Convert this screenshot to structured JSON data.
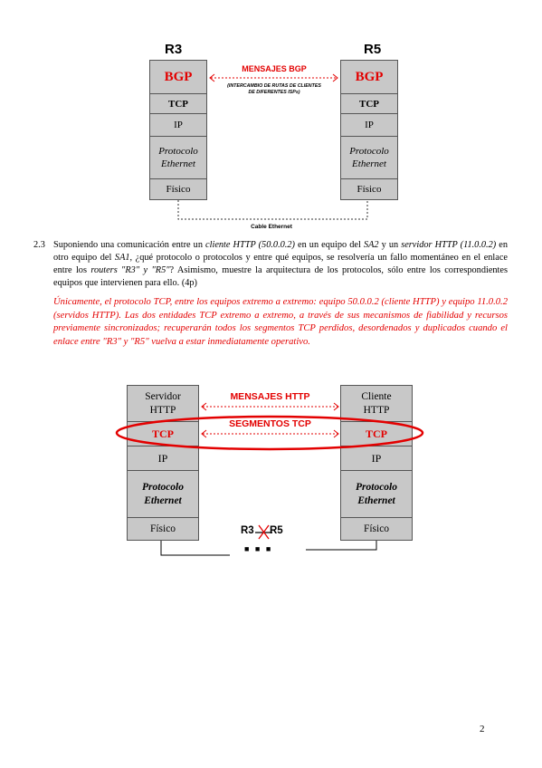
{
  "fig1": {
    "left_label": "R3",
    "right_label": "R5",
    "stack": [
      "BGP",
      "TCP",
      "IP",
      "Protocolo Ethernet",
      "Físico"
    ],
    "msg_title": "MENSAJES BGP",
    "msg_sub": "(INTERCAMBIO DE RUTAS DE CLIENTES DE DIFERENTES ISPs)",
    "cable": "Cable Ethernet"
  },
  "question": {
    "number": "2.3",
    "parts": [
      {
        "t": "Suponiendo una comunicación entre un ",
        "s": "n"
      },
      {
        "t": "cliente HTTP (50.0.0.2)",
        "s": "i"
      },
      {
        "t": " en un equipo del ",
        "s": "n"
      },
      {
        "t": "SA2",
        "s": "i"
      },
      {
        "t": " y un ",
        "s": "n"
      },
      {
        "t": "servidor HTTP (11.0.0.2)",
        "s": "i"
      },
      {
        "t": " en otro equipo del ",
        "s": "n"
      },
      {
        "t": "SA1",
        "s": "i"
      },
      {
        "t": ", ¿qué protocolo o protocolos y entre qué equipos, se resolvería un fallo momentáneo en el enlace entre los ",
        "s": "n"
      },
      {
        "t": "routers \"R3\" y \"R5\"",
        "s": "i"
      },
      {
        "t": "? Asimismo, muestre la arquitectura de los protocolos, sólo entre los correspondientes equipos que intervienen para ello. (4p)",
        "s": "n"
      }
    ],
    "answer": "Únicamente, el protocolo TCP, entre los equipos extremo a extremo: equipo 50.0.0.2 (cliente HTTP) y equipo 11.0.0.2 (servidos HTTP). Las dos entidades TCP extremo a extremo, a través de sus mecanismos de fiabilidad y recursos previamente sincronizados; recuperarán todos los segmentos TCP perdidos, desordenados y duplicados cuando el enlace entre \"R3\" y \"R5\" vuelva a estar inmediatamente operativo."
  },
  "fig2": {
    "left_top": "Servidor HTTP",
    "right_top": "Cliente HTTP",
    "tcp": "TCP",
    "ip": "IP",
    "ethernet": "Protocolo Ethernet",
    "fisico": "Físico",
    "msg_http": "MENSAJES HTTP",
    "msg_tcp": "SEGMENTOS TCP",
    "r3": "R3",
    "r5": "R5",
    "dots": "■ ■ ■"
  },
  "page_number": "2",
  "colors": {
    "red": "#e30000",
    "box": "#c8c8c8"
  }
}
